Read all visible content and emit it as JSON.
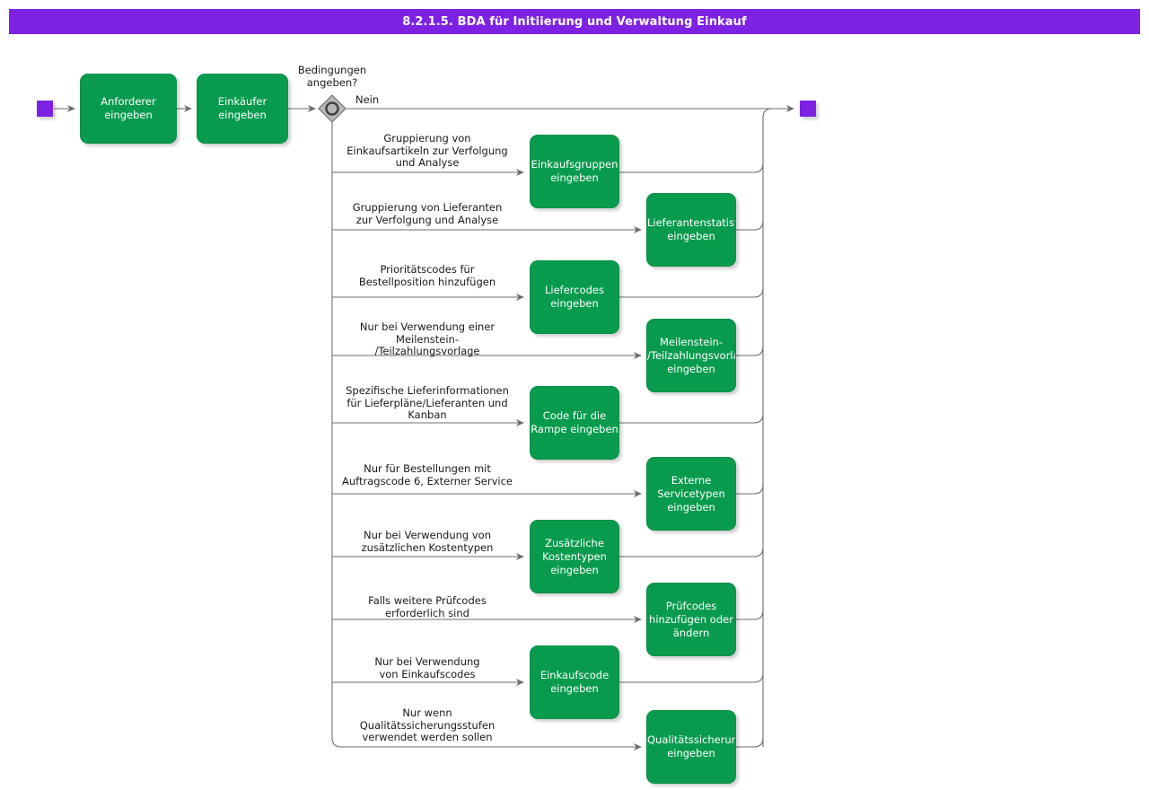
{
  "title": "8.2.1.5. BDA für Initiierung und Verwaltung Einkauf",
  "colors": {
    "title_bar": "#7D22E3",
    "activity_fill": "#089B4E",
    "activity_text": "#FFFFFF",
    "terminal": "#7D22E3",
    "edge": "#6E6E6E",
    "label_text": "#1A1A1A"
  },
  "chart_data": {
    "type": "diagram",
    "diagram_kind": "activity-flowchart",
    "title": "8.2.1.5. BDA für Initiierung und Verwaltung Einkauf"
  },
  "start_node": {
    "name": "start"
  },
  "end_node": {
    "name": "end"
  },
  "sequence": [
    {
      "id": "anforderer",
      "label": "Anforderer\neingeben"
    },
    {
      "id": "einkaeufer",
      "label": "Einkäufer\neingeben"
    }
  ],
  "decision": {
    "question": "Bedingungen\nangeben?",
    "primary_branch_label": "Nein"
  },
  "branches": [
    {
      "condition": "Gruppierung von\nEinkaufsartikeln zur Verfolgung\nund Analyse",
      "activity": "Einkaufsgruppen\neingeben",
      "column": "left"
    },
    {
      "condition": "Gruppierung von Lieferanten\nzur Verfolgung und Analyse",
      "activity": "Lieferantenstatistikgruppen\neingeben",
      "column": "right"
    },
    {
      "condition": "Prioritätscodes für\nBestellposition hinzufügen",
      "activity": "Liefercodes\neingeben",
      "column": "left"
    },
    {
      "condition": "Nur bei Verwendung einer\nMeilenstein-\n/Teilzahlungsvorlage",
      "activity": "Meilenstein-\n/Teilzahlungsvorlage\neingeben",
      "column": "right"
    },
    {
      "condition": "Spezifische Lieferinformationen\nfür Lieferpläne/Lieferanten und\nKanban",
      "activity": "Code für die\nRampe eingeben",
      "column": "left"
    },
    {
      "condition": "Nur für Bestellungen mit\nAuftragscode 6, Externer Service",
      "activity": "Externe\nServicetypen\neingeben",
      "column": "right"
    },
    {
      "condition": "Nur bei Verwendung von\nzusätzlichen Kostentypen",
      "activity": "Zusätzliche\nKostentypen\neingeben",
      "column": "left"
    },
    {
      "condition": "Falls weitere Prüfcodes\nerforderlich sind",
      "activity": "Prüfcodes\nhinzufügen oder\nändern",
      "column": "right"
    },
    {
      "condition": "Nur bei Verwendung\nvon Einkaufscodes",
      "activity": "Einkaufscode\neingeben",
      "column": "left"
    },
    {
      "condition": "Nur wenn\nQualitätssicherungsstufen\nverwendet werden sollen",
      "activity": "Qualitätssicherungsstufen\neingeben",
      "column": "right"
    }
  ]
}
